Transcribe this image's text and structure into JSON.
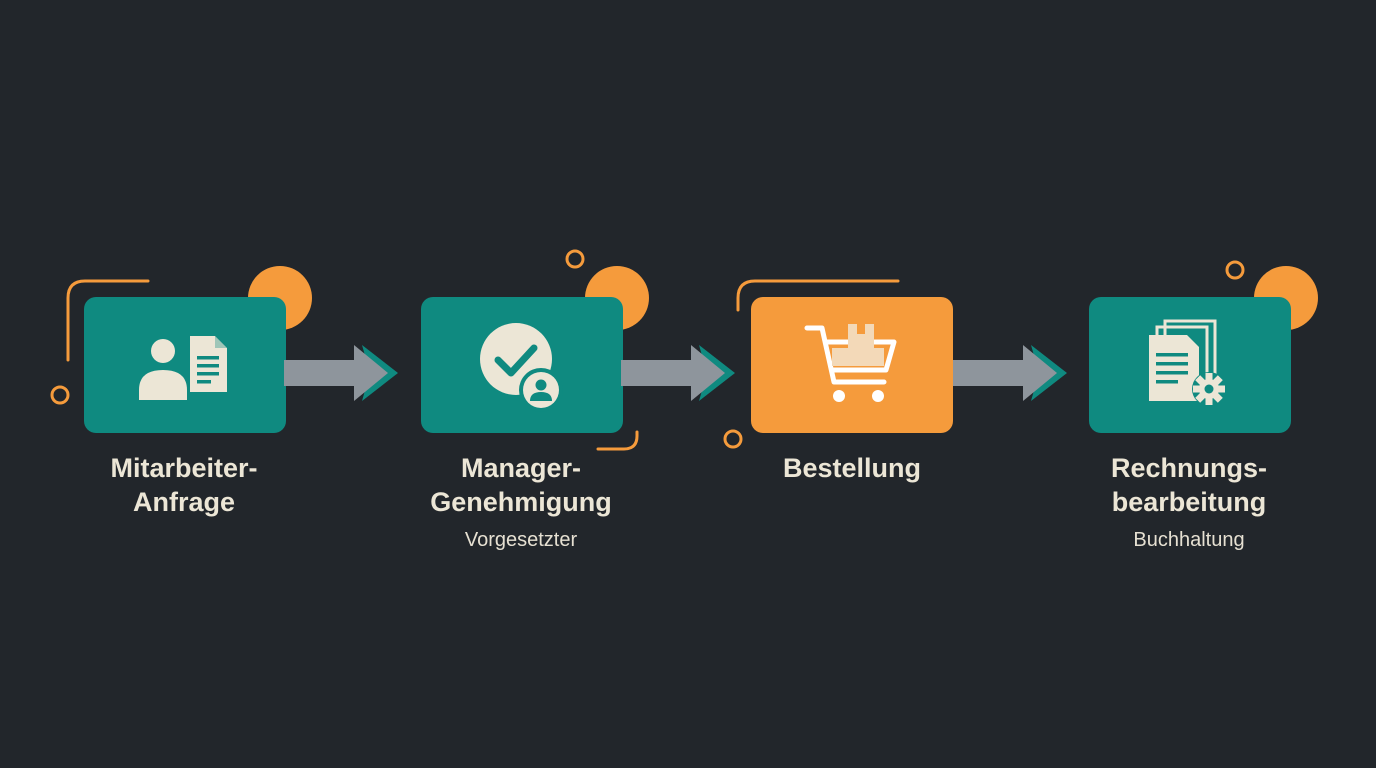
{
  "colors": {
    "background": "#22262b",
    "teal": "#0f8a80",
    "orange": "#f59b3c",
    "arrow_gray": "#8e959c",
    "text": "#ece6d6"
  },
  "steps": [
    {
      "title_line1": "Mitarbeiter-",
      "title_line2": "Anfrage",
      "subtitle": "",
      "icon": "employee-document-icon",
      "color": "teal"
    },
    {
      "title_line1": "Manager-",
      "title_line2": "Genehmigung",
      "subtitle": "Vorgesetzter",
      "icon": "approval-check-user-icon",
      "color": "teal"
    },
    {
      "title_line1": "Bestellung",
      "title_line2": "",
      "subtitle": "",
      "icon": "shopping-cart-icon",
      "color": "orange"
    },
    {
      "title_line1": "Rechnungs-",
      "title_line2": "bearbeitung",
      "subtitle": "Buchhaltung",
      "icon": "invoice-gear-icon",
      "color": "teal"
    }
  ],
  "connectors": [
    "arrow",
    "arrow",
    "arrow"
  ]
}
